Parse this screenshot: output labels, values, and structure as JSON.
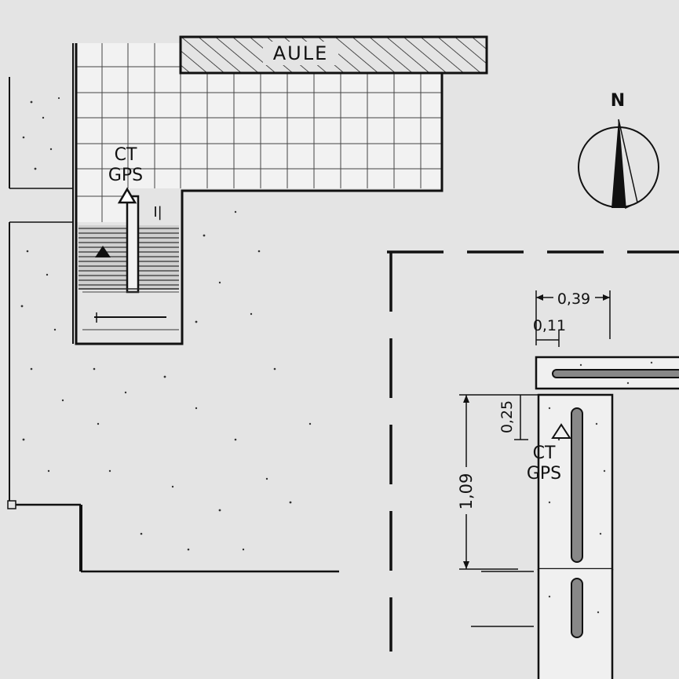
{
  "labels": {
    "building": "AULE",
    "north": "N",
    "station_left_line1": "CT",
    "station_left_line2": "GPS",
    "station_right_line1": "CT",
    "station_right_line2": "GPS",
    "stair_mark": "I|"
  },
  "dimensions": {
    "width_outer": "0,39",
    "width_inner": "0,11",
    "offset": "0,25",
    "length": "1,09"
  }
}
